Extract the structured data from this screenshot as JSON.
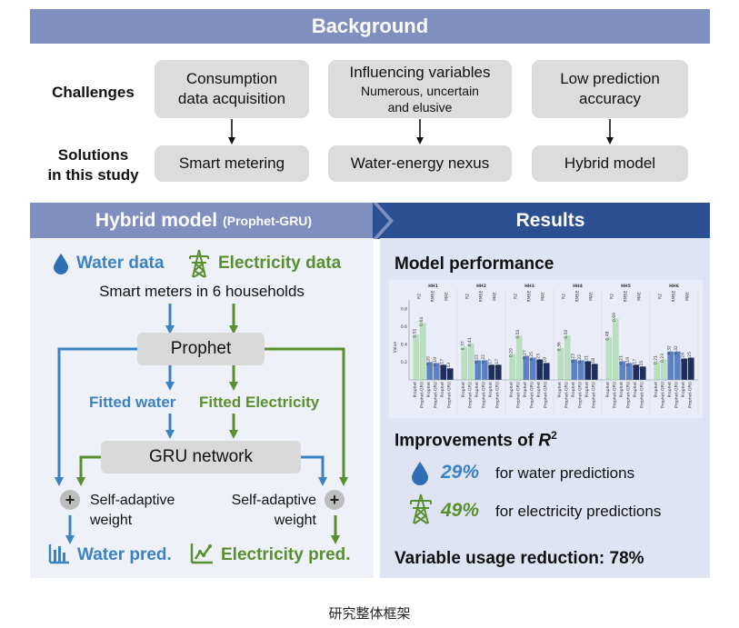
{
  "background": {
    "title": "Background"
  },
  "challenges": {
    "label": "Challenges",
    "items": [
      {
        "main": "Consumption data acquisition",
        "sub": ""
      },
      {
        "main": "Influencing variables",
        "sub": "Numerous, uncertain and elusive"
      },
      {
        "main": "Low prediction accuracy",
        "sub": ""
      }
    ]
  },
  "solutions": {
    "label_line1": "Solutions",
    "label_line2": "in this study",
    "items": [
      "Smart metering",
      "Water-energy nexus",
      "Hybrid model"
    ]
  },
  "hybrid": {
    "title": "Hybrid model",
    "subtitle": "(Prophet-GRU)",
    "water_data": "Water data",
    "electricity_data": "Electricity data",
    "meters": "Smart meters in 6 households",
    "prophet": "Prophet",
    "fitted_water": "Fitted water",
    "fitted_electricity": "Fitted Electricity",
    "gru": "GRU network",
    "saw_left_1": "Self-adaptive",
    "saw_left_2": "weight",
    "saw_right_1": "Self-adaptive",
    "saw_right_2": "weight",
    "plus": "+",
    "water_pred": "Water pred.",
    "electricity_pred": "Electricity pred.",
    "colors": {
      "water": "#3b82c4",
      "electricity": "#5a8f2f"
    }
  },
  "results": {
    "title": "Results",
    "model_performance": "Model performance",
    "improvements_prefix": "Improvements of ",
    "improvements_r": "R",
    "improvements_sup": "2",
    "water_pct": "29%",
    "water_text": "for water predictions",
    "elec_pct": "49%",
    "elec_text": "for electricity predictions",
    "reduction": "Variable usage reduction: 78%"
  },
  "chart_data": {
    "type": "bar",
    "ylabel": "Value",
    "ylim": [
      0,
      0.9
    ],
    "yticks": [
      "0.2",
      "0.4",
      "0.6",
      "0.8"
    ],
    "households": [
      "HH1",
      "HH2",
      "HH3",
      "HH4",
      "HH5",
      "HH6"
    ],
    "metrics": [
      "R2",
      "RMSE",
      "MAE"
    ],
    "models": [
      "Prophet",
      "Prophet-GRU"
    ],
    "series": [
      {
        "household": "HH1",
        "values": [
          0.51,
          0.64,
          0.2,
          0.19,
          0.17,
          0.13
        ]
      },
      {
        "household": "HH2",
        "values": [
          0.37,
          0.41,
          0.22,
          0.22,
          0.17,
          0.17
        ]
      },
      {
        "household": "HH3",
        "values": [
          0.29,
          0.5,
          0.27,
          0.25,
          0.23,
          0.19
        ]
      },
      {
        "household": "HH4",
        "values": [
          0.36,
          0.5,
          0.23,
          0.22,
          0.21,
          0.18
        ]
      },
      {
        "household": "HH5",
        "values": [
          0.48,
          0.69,
          0.21,
          0.19,
          0.17,
          0.15
        ]
      },
      {
        "household": "HH6",
        "values": [
          0.21,
          0.23,
          0.32,
          0.32,
          0.24,
          0.25
        ]
      }
    ],
    "colors": {
      "r2": "#b9dfc0",
      "rmse": "#5c82c4",
      "mae": "#1f2e5c"
    }
  },
  "caption": "研究整体框架"
}
